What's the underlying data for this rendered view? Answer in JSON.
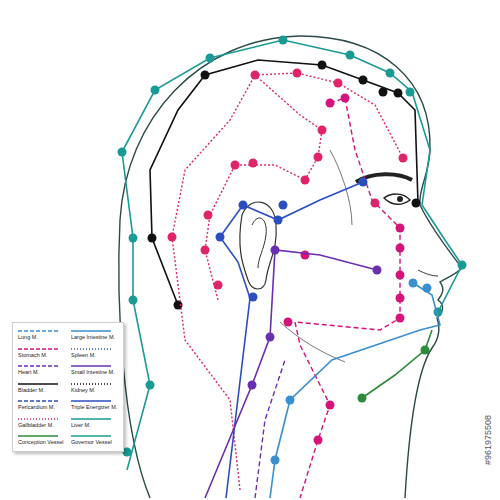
{
  "diagram": {
    "labels": [
      "#961975508"
    ],
    "legend": [
      {
        "text": "Lung M."
      },
      {
        "text": "Large Intestine M."
      },
      {
        "text": "Stomach M."
      },
      {
        "text": "Spleen M."
      },
      {
        "text": "Heart M."
      },
      {
        "text": "Small Intestine M."
      },
      {
        "text": "Bladder M."
      },
      {
        "text": "Kidney M."
      },
      {
        "text": "Pericardium M."
      },
      {
        "text": "Triple Energizer M."
      },
      {
        "text": "Gallbladder M."
      },
      {
        "text": "Liver M."
      },
      {
        "text": "Conception Vessel"
      },
      {
        "text": "Governor Vessel"
      }
    ]
  }
}
